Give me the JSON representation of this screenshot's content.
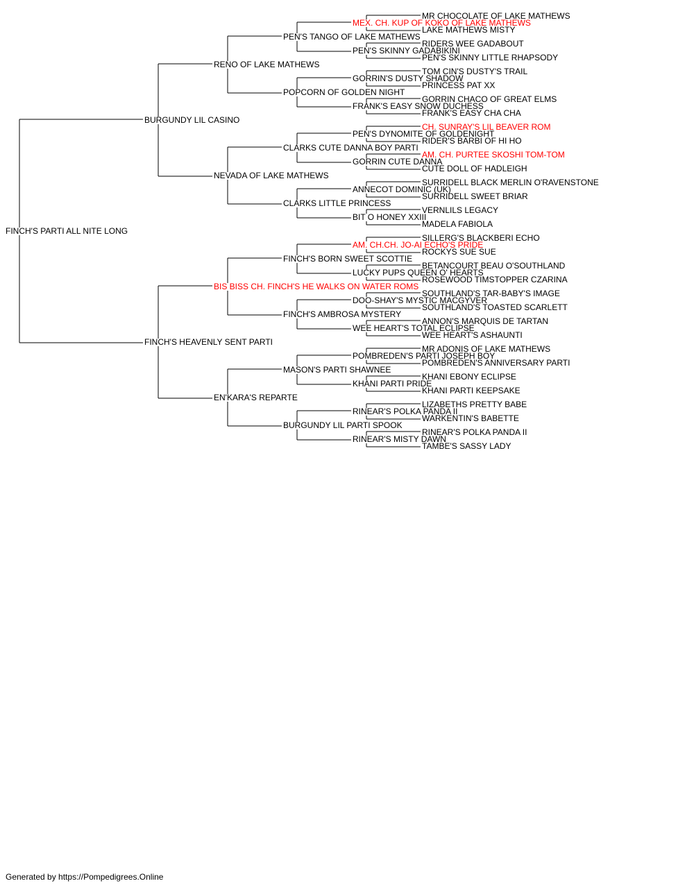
{
  "colors": {
    "normal": "#000000",
    "champion": "#ff0000",
    "line": "#000000"
  },
  "footer": "Generated by https://Pompedigrees.Online",
  "pedigree": {
    "name": "FINCH'S PARTI ALL NITE LONG",
    "sire": {
      "name": "BURGUNDY LIL CASINO",
      "sire": {
        "name": "RENO OF LAKE MATHEWS",
        "sire": {
          "name": "PEN'S TANGO OF LAKE MATHEWS",
          "sire": {
            "name": "MEX. CH. KUP OF KOKO OF LAKE MATHEWS",
            "champion": true,
            "sire": {
              "name": "MR CHOCOLATE OF LAKE MATHEWS"
            },
            "dam": {
              "name": "LAKE MATHEWS MISTY"
            }
          },
          "dam": {
            "name": "PEN'S SKINNY GADABIKINI",
            "sire": {
              "name": "RIDERS WEE GADABOUT"
            },
            "dam": {
              "name": "PEN'S SKINNY LITTLE RHAPSODY"
            }
          }
        },
        "dam": {
          "name": "POPCORN OF GOLDEN NIGHT",
          "sire": {
            "name": "GORRIN'S DUSTY SHADOW",
            "sire": {
              "name": "TOM CIN'S DUSTY'S TRAIL"
            },
            "dam": {
              "name": "PRINCESS PAT XX"
            }
          },
          "dam": {
            "name": "FRANK'S EASY SNOW DUCHESS",
            "sire": {
              "name": "GORRIN CHACO OF GREAT ELMS"
            },
            "dam": {
              "name": "FRANK'S EASY CHA CHA"
            }
          }
        }
      },
      "dam": {
        "name": "NEVADA OF LAKE MATHEWS",
        "sire": {
          "name": "CLARKS CUTE DANNA BOY PARTI",
          "sire": {
            "name": "PEN'S DYNOMITE OF GOLDENIGHT",
            "sire": {
              "name": "CH. SUNRAY'S LIL BEAVER ROM",
              "champion": true
            },
            "dam": {
              "name": "RIDER'S BARBI OF HI HO"
            }
          },
          "dam": {
            "name": "GORRIN CUTE DANNA",
            "sire": {
              "name": "AM. CH. PURTEE SKOSHI TOM-TOM",
              "champion": true
            },
            "dam": {
              "name": "CUTE DOLL OF HADLEIGH"
            }
          }
        },
        "dam": {
          "name": "CLARKS LITTLE PRINCESS",
          "sire": {
            "name": "ANNECOT DOMINIC (UK)",
            "sire": {
              "name": "SURRIDELL BLACK MERLIN O'RAVENSTONE"
            },
            "dam": {
              "name": "SURRIDELL SWEET BRIAR"
            }
          },
          "dam": {
            "name": "BIT O HONEY XXIII",
            "sire": {
              "name": "VERNLILS LEGACY"
            },
            "dam": {
              "name": "MADELA FABIOLA"
            }
          }
        }
      }
    },
    "dam": {
      "name": "FINCH'S HEAVENLY SENT PARTI",
      "sire": {
        "name": "BIS BISS CH. FINCH'S HE WALKS ON WATER ROMS",
        "champion": true,
        "sire": {
          "name": "FINCH'S BORN SWEET SCOTTIE",
          "sire": {
            "name": "AM. CH.CH. JO-AI ECHO'S PRIDE",
            "champion": true,
            "sire": {
              "name": "SILLERG'S BLACKBERI ECHO"
            },
            "dam": {
              "name": "ROCKYS SUE SUE"
            }
          },
          "dam": {
            "name": "LUCKY PUPS QUEEN O' HEARTS",
            "sire": {
              "name": "BETANCOURT BEAU O'SOUTHLAND"
            },
            "dam": {
              "name": "ROSEWOOD TIMSTOPPER CZARINA"
            }
          }
        },
        "dam": {
          "name": "FINCH'S AMBROSA MYSTERY",
          "sire": {
            "name": "DOO-SHAY'S MYSTIC MACGYVER",
            "sire": {
              "name": "SOUTHLAND'S TAR-BABY'S IMAGE"
            },
            "dam": {
              "name": "SOUTHLAND'S TOASTED SCARLETT"
            }
          },
          "dam": {
            "name": "WEE HEART'S TOTAL ECLIPSE",
            "sire": {
              "name": "ANNON'S MARQUIS DE TARTAN"
            },
            "dam": {
              "name": "WEE HEART'S ASHAUNTI"
            }
          }
        }
      },
      "dam": {
        "name": "EN'KARA'S REPARTE",
        "sire": {
          "name": "MASON'S PARTI SHAWNEE",
          "sire": {
            "name": "POMBREDEN'S PARTI JOSEPH BOY",
            "sire": {
              "name": "MR ADONIS OF LAKE MATHEWS"
            },
            "dam": {
              "name": "POMBREDEN'S ANNIVERSARY PARTI"
            }
          },
          "dam": {
            "name": "KHANI PARTI PRIDE",
            "sire": {
              "name": "KHANI EBONY ECLIPSE"
            },
            "dam": {
              "name": "KHANI PARTI KEEPSAKE"
            }
          }
        },
        "dam": {
          "name": "BURGUNDY LIL PARTI SPOOK",
          "sire": {
            "name": "RINEAR'S POLKA PANDA II",
            "sire": {
              "name": "LIZABETHS PRETTY BABE"
            },
            "dam": {
              "name": "WARKENTIN'S BABETTE"
            }
          },
          "dam": {
            "name": "RINEAR'S MISTY DAWN",
            "sire": {
              "name": "RINEAR'S POLKA PANDA II"
            },
            "dam": {
              "name": "TAMBE'S SASSY LADY"
            }
          }
        }
      }
    }
  }
}
